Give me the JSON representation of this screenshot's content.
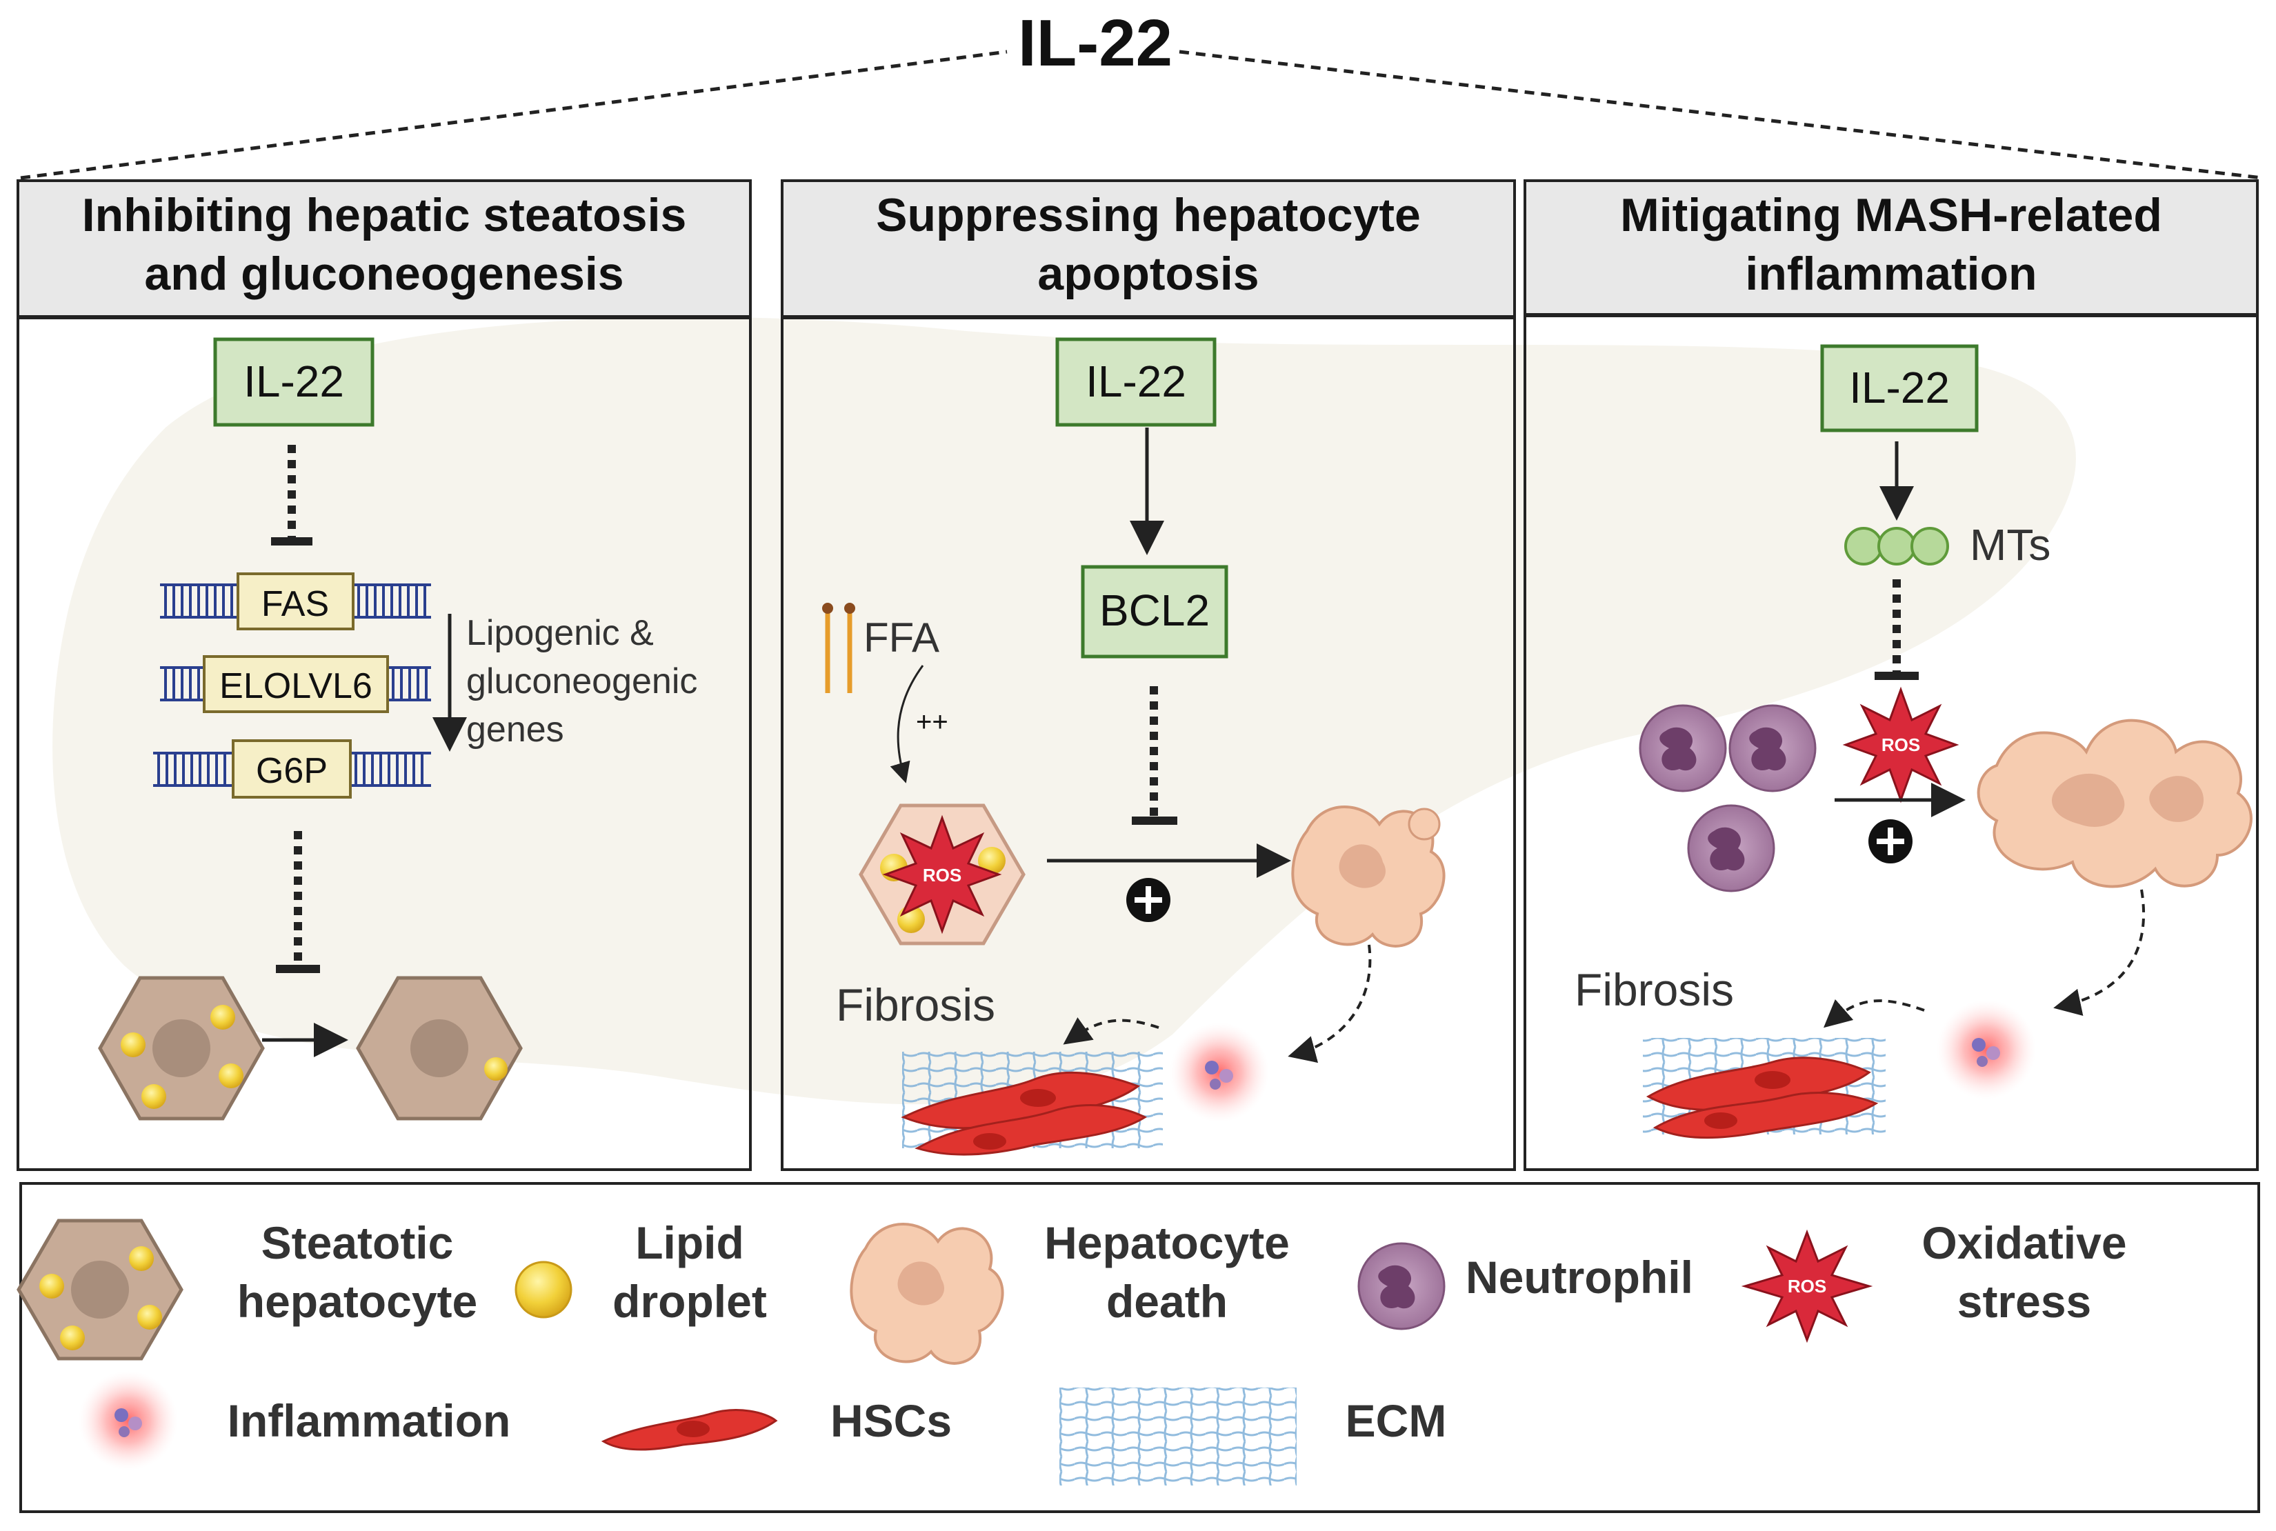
{
  "title": "IL-22",
  "panels": [
    {
      "header": [
        "Inhibiting hepatic steatosis",
        "and gluconeogenesis"
      ],
      "il22_box": "IL-22",
      "genes": [
        "FAS",
        "ELOLVL6",
        "G6P"
      ],
      "gene_note": [
        "Lipogenic &",
        "gluconeogenic",
        "genes"
      ]
    },
    {
      "header": [
        "Suppressing hepatocyte",
        "apoptosis"
      ],
      "il22_box": "IL-22",
      "bcl2_box": "BCL2",
      "ffa_label": "FFA",
      "plusplus": "++",
      "ros_label": "ROS",
      "fibrosis_label": "Fibrosis"
    },
    {
      "header": [
        "Mitigating MASH-related",
        "inflammation"
      ],
      "il22_box": "IL-22",
      "mts_label": "MTs",
      "ros_label": "ROS",
      "fibrosis_label": "Fibrosis"
    }
  ],
  "legend": {
    "steatotic": [
      "Steatotic",
      "hepatocyte"
    ],
    "lipid": [
      "Lipid",
      "droplet"
    ],
    "death": [
      "Hepatocyte",
      "death"
    ],
    "neutrophil": "Neutrophil",
    "oxidative": [
      "Oxidative",
      "stress"
    ],
    "ros_label": "ROS",
    "inflammation": "Inflammation",
    "hscs": "HSCs",
    "ecm": "ECM"
  },
  "colors": {
    "green_box_fill": "#d3e6c4",
    "green_box_stroke": "#3d7a2c",
    "header_fill": "#e8e8e8",
    "ros_red": "#d9293a",
    "hsc_red": "#e0342f",
    "neutrophil": "#a57aa0",
    "lipid_yellow": "#f3d43c",
    "hepatocyte": "#c7ab97",
    "ecm_blue": "#8ab5d8"
  }
}
